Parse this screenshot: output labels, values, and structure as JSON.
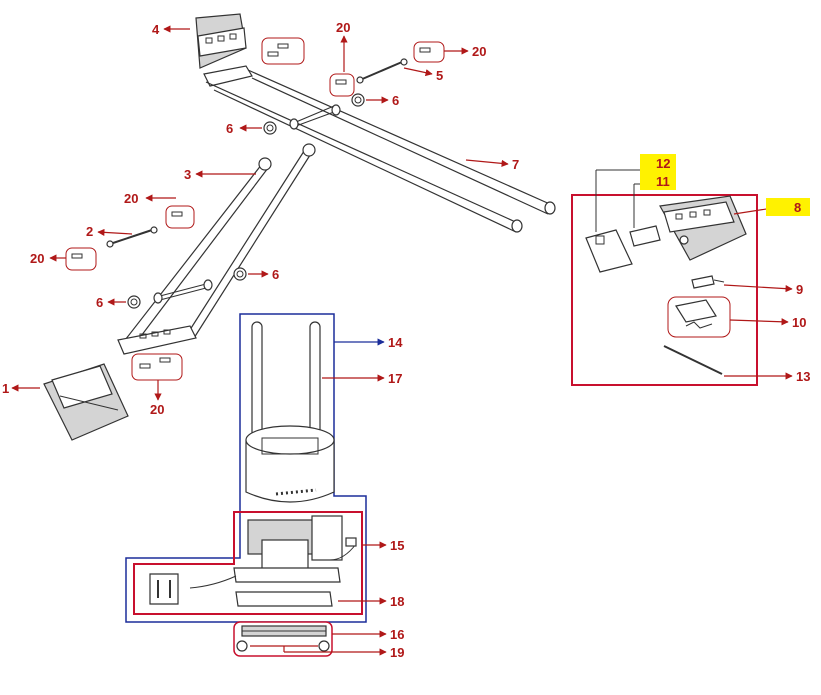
{
  "colors": {
    "label": "#b01818",
    "highlight": "#fff200",
    "box_red": "#c8102e",
    "box_blue": "#1b2d9a",
    "line": "#333333"
  },
  "labels": {
    "p1": "1",
    "p2": "2",
    "p3": "3",
    "p4": "4",
    "p5": "5",
    "p6a": "6",
    "p6b": "6",
    "p6c": "6",
    "p6d": "6",
    "p7": "7",
    "p8": "8",
    "p9": "9",
    "p10": "10",
    "p11": "11",
    "p12": "12",
    "p13": "13",
    "p14": "14",
    "p15": "15",
    "p16": "16",
    "p17": "17",
    "p18": "18",
    "p19": "19",
    "p20a": "20",
    "p20b": "20",
    "p20c": "20",
    "p20d": "20",
    "p20e": "20"
  }
}
